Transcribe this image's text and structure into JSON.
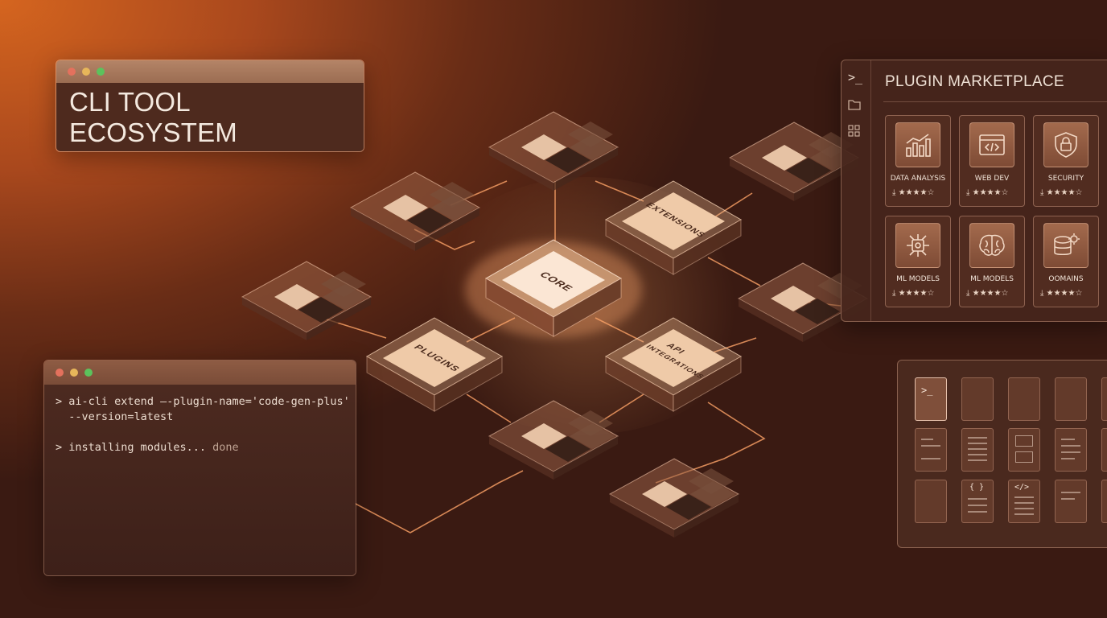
{
  "title_window": {
    "title": "CLI TOOL ECOSYSTEM"
  },
  "terminal": {
    "lines": [
      {
        "prompt": ">",
        "text": "ai-cli extend —-plugin-name='code-gen-plus'"
      },
      {
        "prompt": "",
        "text": "--version=latest"
      },
      {
        "prompt": ">",
        "text": "installing modules...",
        "status": "done"
      }
    ]
  },
  "network": {
    "core_label": "CORE",
    "extensions_label": "EXTENSIONS",
    "plugins_label": "PLUGINS",
    "api_label_line1": "API",
    "api_label_line2": "INTEGRATIONS"
  },
  "marketplace": {
    "title": "PLUGIN MARKETPLACE",
    "rail_icons": [
      "terminal-icon",
      "folder-icon",
      "grid-icon"
    ],
    "cards": [
      {
        "label": "DATA ANALYSIS",
        "icon": "bar-chart-icon",
        "rating": 4,
        "max_rating": 5
      },
      {
        "label": "WEB DEV",
        "icon": "code-window-icon",
        "rating": 4,
        "max_rating": 5
      },
      {
        "label": "SECURITY",
        "icon": "shield-lock-icon",
        "rating": 4,
        "max_rating": 5
      },
      {
        "label": "ML MODELS",
        "icon": "chip-icon",
        "rating": 4,
        "max_rating": 5
      },
      {
        "label": "ML MODELS",
        "icon": "brain-icon",
        "rating": 4,
        "max_rating": 5
      },
      {
        "label": "ОOMAINS",
        "icon": "database-gear-icon",
        "rating": 4,
        "max_rating": 5
      }
    ]
  },
  "colors": {
    "accent": "#e27a3c",
    "panel": "#4e2a1e",
    "tile_face": "#f0c9a8"
  }
}
